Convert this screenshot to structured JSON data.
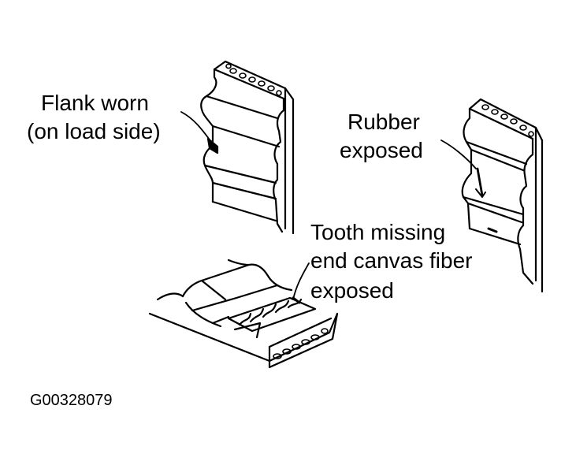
{
  "labels": {
    "flank_worn_line1": "Flank worn",
    "flank_worn_line2": "(on load side)",
    "rubber_line1": "Rubber",
    "rubber_line2": "exposed",
    "tooth_line1": "Tooth missing",
    "tooth_line2": "end canvas fiber",
    "tooth_line3": "exposed"
  },
  "figure_code": "G00328079",
  "colors": {
    "ink": "#000000",
    "paper": "#ffffff"
  }
}
